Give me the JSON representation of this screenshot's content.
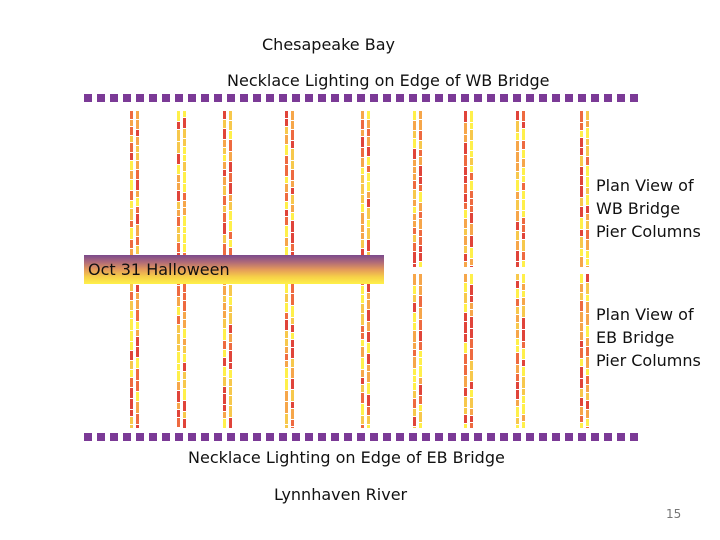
{
  "labels": {
    "top_title": "Chesapeake Bay",
    "wb_necklace": "Necklace Lighting on Edge of WB Bridge",
    "eb_necklace": "Necklace Lighting on Edge of EB Bridge",
    "bottom_title": "Lynnhaven River",
    "wb_piers": "Plan View of\nWB Bridge\nPier Columns",
    "eb_piers": "Plan View of\nEB Bridge\nPier Columns",
    "page_number": "15"
  },
  "event_banner": {
    "text": "Oct 31 Halloween"
  },
  "colors": {
    "necklace": "#7b3a96",
    "pier_palette": [
      "#fff04a",
      "#f6a64a",
      "#ee6a40",
      "#e0443a",
      "#f7c84c"
    ]
  },
  "necklace": {
    "wb_dot_count": 43,
    "eb_dot_count": 43
  },
  "piers": {
    "column_pairs": 9,
    "bridges": [
      "WB",
      "EB"
    ]
  }
}
